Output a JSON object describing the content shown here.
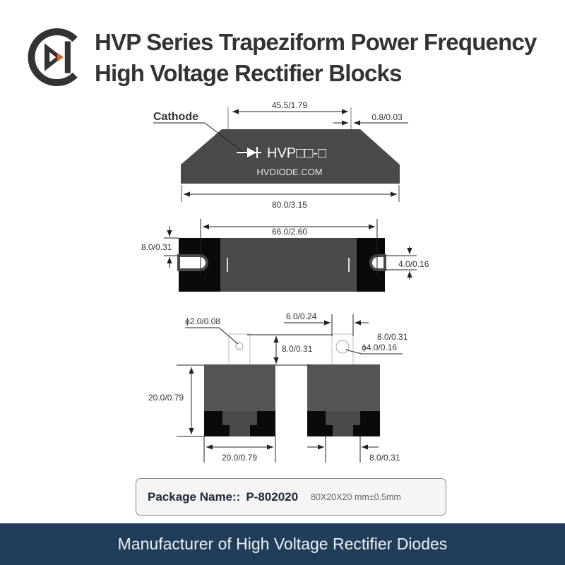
{
  "header": {
    "logo": "hvdiode-logo-icon",
    "title_line1": "HVP Series Trapeziform Power Frequency",
    "title_line2": "High Voltage Rectifier Blocks"
  },
  "front_view": {
    "cathode_label": "Cathode",
    "dim_top": "45.5/1.79",
    "dim_lead": "0.8/0.03",
    "dim_bottom": "80.0/3.15",
    "marking_part": "HVP□□-□",
    "marking_site": "HVDIODE.COM",
    "diode_symbol": "diode-symbol-icon"
  },
  "top_view": {
    "dim_span": "66.0/2.60",
    "dim_tab_height": "8.0/0.31",
    "dim_slot": "4.0/0.16"
  },
  "side_view": {
    "dim_hole_small": "ϕ2.0/0.08",
    "dim_offset": "6.0/0.24",
    "dim_tab_width": "8.0/0.31",
    "dim_hole_large": "ϕ4.0/0.16",
    "dim_tab_height": "8.0/0.31",
    "dim_height": "20.0/0.79",
    "dim_width": "20.0/0.79",
    "dim_stem": "8.0/0.31"
  },
  "package": {
    "label": "Package Name::",
    "code": "P-802020",
    "size": "80X20X20 mm±0.5mm"
  },
  "footer": {
    "text": "Manufacturer of High Voltage Rectifier Diodes"
  },
  "colors": {
    "body_dark": "#4a4a4a",
    "body_black": "#0a0a0a",
    "footer_bg": "#213d59",
    "logo_accent": "#e2621b"
  }
}
